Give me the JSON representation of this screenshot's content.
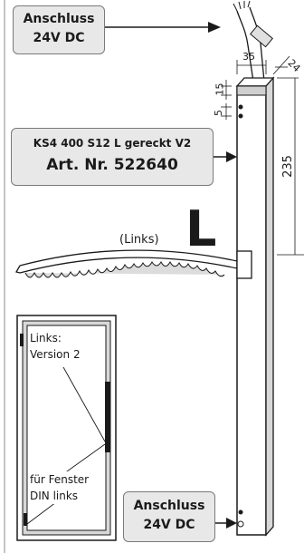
{
  "labels": {
    "anschluss_top": [
      "Anschluss",
      "24V DC"
    ],
    "model_line1": "KS4 400 S12 L gereckt V2",
    "model_line2": "Art. Nr. 522640",
    "side_text": "(Links)",
    "side_letter": "L",
    "version_line1": "Links:",
    "version_line2": "Version 2",
    "din_line1": "für Fenster",
    "din_line2": "DIN links",
    "anschluss_bottom": [
      "Anschluss",
      "24V DC"
    ]
  },
  "dimensions": {
    "d35": "35",
    "d24": "24",
    "d15": "15",
    "d5": "5",
    "d235": "235"
  },
  "colors": {
    "box_fill": "#e8e8e8",
    "border": "#7a7a7a",
    "profile_fill": "#d8d8d8",
    "line": "#1a1a1a"
  }
}
